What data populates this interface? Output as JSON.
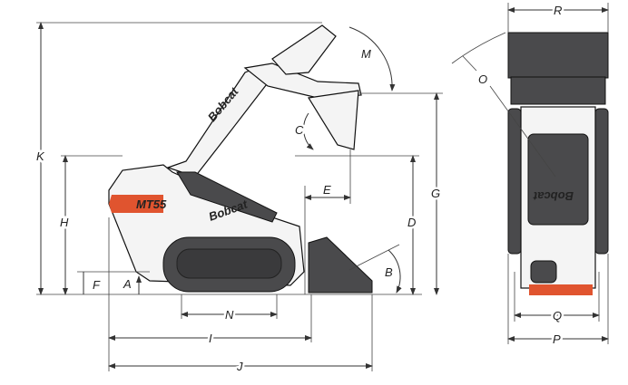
{
  "diagram": {
    "title": "Bobcat MT55 mini track loader dimensions",
    "model_badge": "MT55",
    "brand_logo": "Bobcat",
    "colors": {
      "accent": "#e0542f",
      "track": "#4a4a4c",
      "line": "#333333"
    },
    "side_view_labels": {
      "K": "K",
      "H": "H",
      "F": "F",
      "A": "A",
      "N": "N",
      "I": "I",
      "J": "J",
      "M": "M",
      "C": "C",
      "E": "E",
      "D": "D",
      "G": "G",
      "B": "B"
    },
    "top_view_labels": {
      "R": "R",
      "O": "O",
      "Q": "Q",
      "P": "P"
    }
  }
}
